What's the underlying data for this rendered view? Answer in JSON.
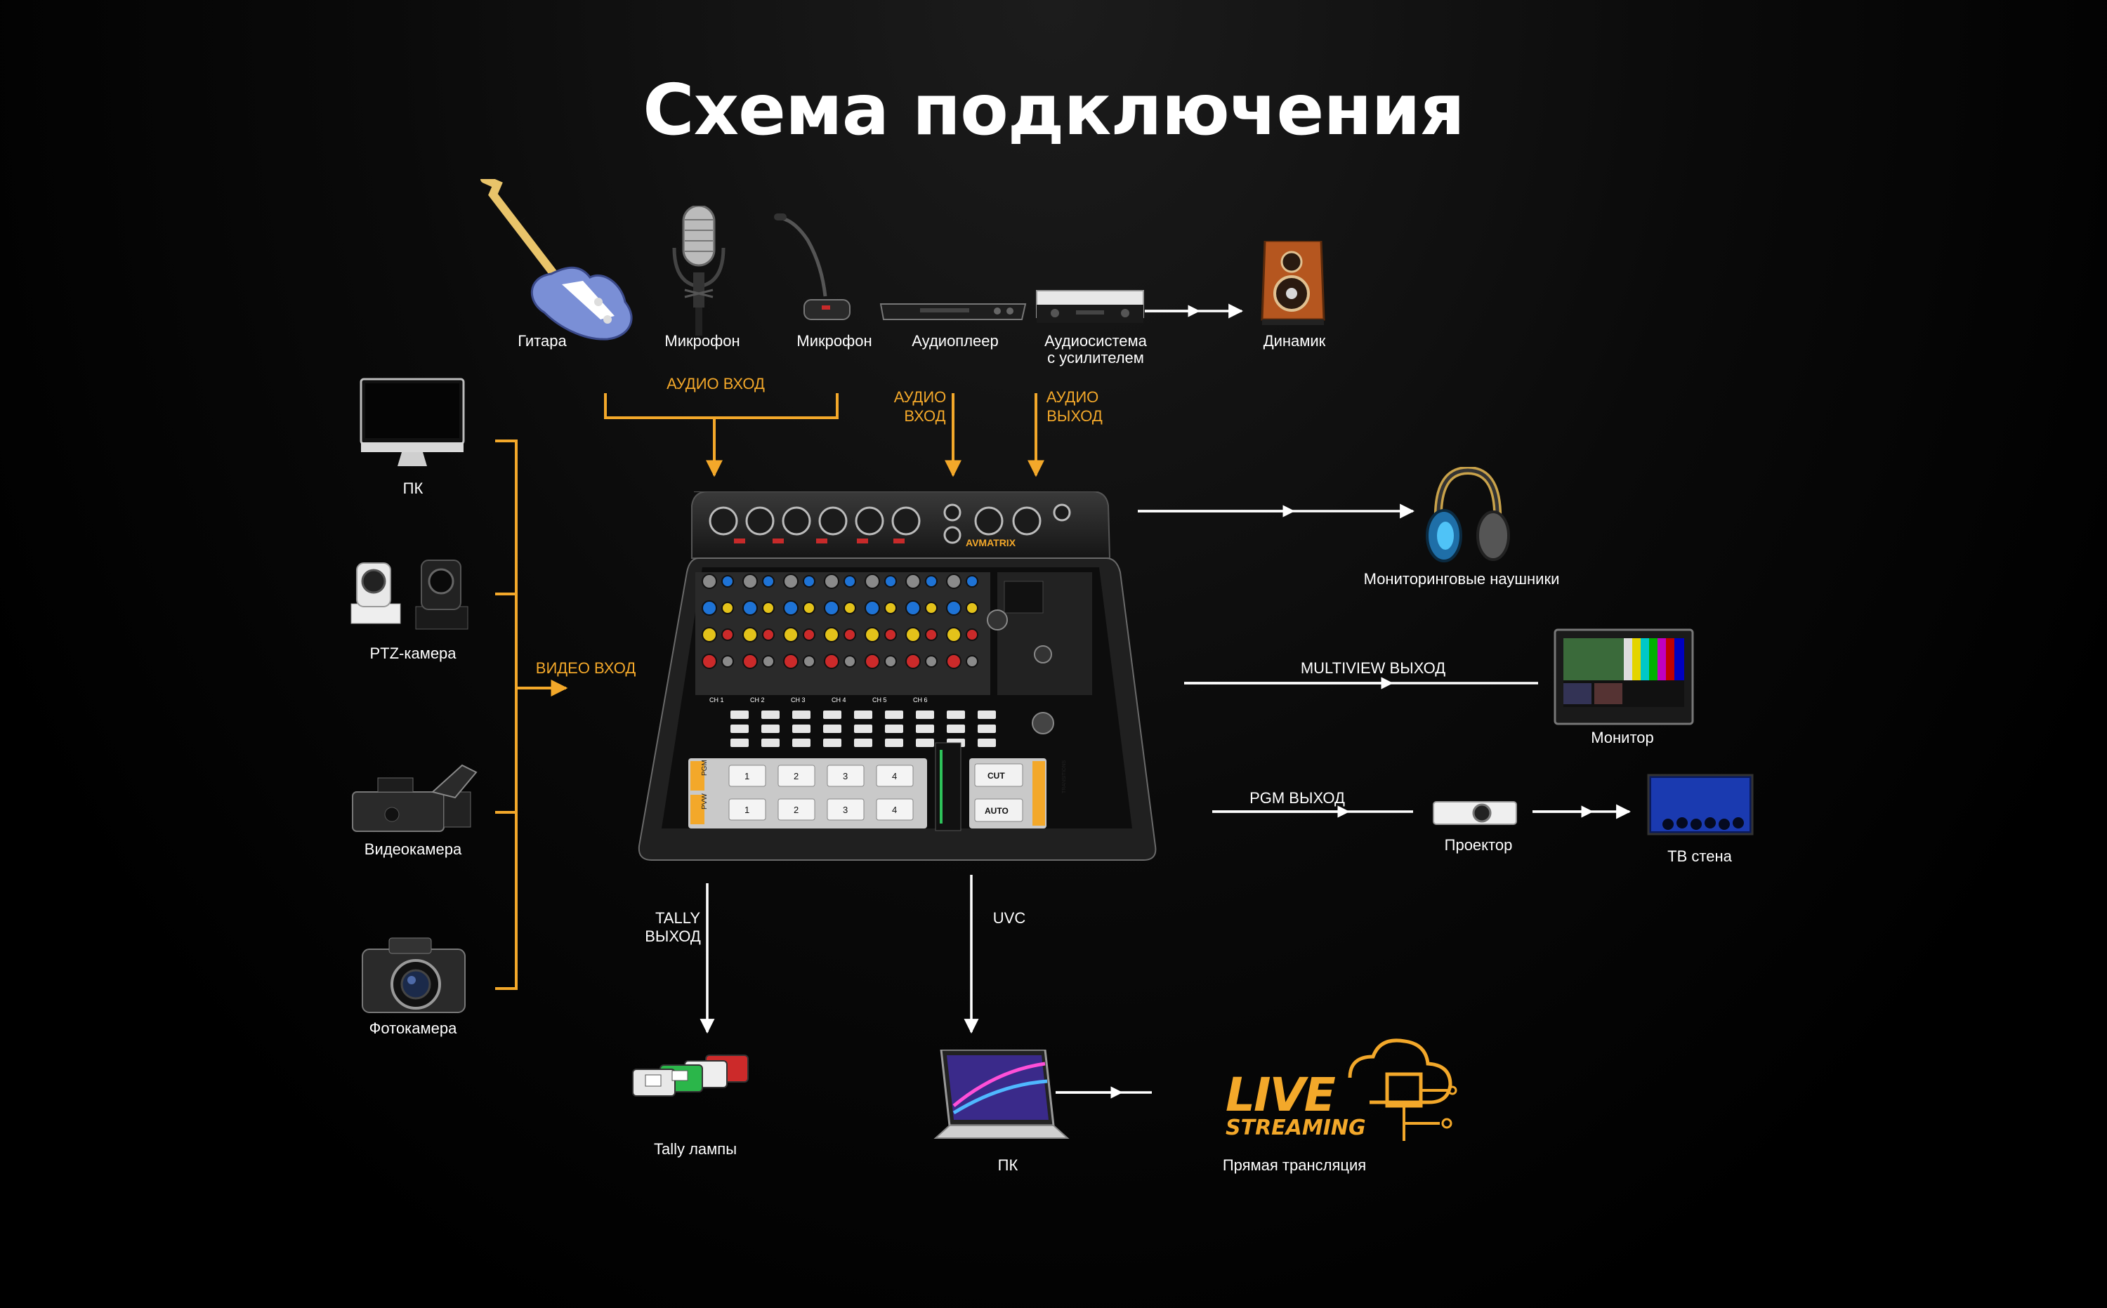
{
  "title": "Схема подключения",
  "devices": {
    "guitar": "Гитара",
    "mic1": "Микрофон",
    "mic2": "Микрофон",
    "player": "Аудиоплеер",
    "amp_line1": "Аудиосистема",
    "amp_line2": "с усилителем",
    "speaker": "Динамик",
    "pc_top": "ПК",
    "ptz": "PTZ-камера",
    "camcorder": "Видеокамера",
    "photo": "Фотокамера",
    "headphones": "Мониторинговые наушники",
    "monitor": "Монитор",
    "projector": "Проектор",
    "tvwall": "ТВ стена",
    "tally": "Tally лампы",
    "laptop": "ПК",
    "stream": "Прямая трансляция"
  },
  "flows": {
    "audio_in_main": "АУДИО ВХОД",
    "audio_in_player_1": "АУДИО",
    "audio_in_player_2": "ВХОД",
    "audio_out_1": "АУДИО",
    "audio_out_2": "ВЫХОД",
    "video_in": "ВИДЕО ВХОД",
    "multiview": "MULTIVIEW ВЫХОД",
    "pgm": "PGM ВЫХОД",
    "tally_1": "TALLY",
    "tally_2": "ВЫХОД",
    "uvc": "UVC"
  },
  "live_logo": {
    "line1": "LIVE",
    "line2": "STREAMING"
  },
  "mixer": {
    "brand": "AVMATRIX",
    "channels": [
      "CH 1",
      "CH 2",
      "CH 3",
      "CH 4",
      "CH 5",
      "CH 6"
    ],
    "pgm_label": "PGM",
    "pvw_label": "PVW",
    "pgm_keys": [
      "1",
      "2",
      "3",
      "4"
    ],
    "pvw_keys": [
      "1",
      "2",
      "3",
      "4"
    ],
    "cut": "CUT",
    "auto": "AUTO",
    "transitions": "TRANSITIONS"
  },
  "colors": {
    "accent": "#f3a82a",
    "line": "#ffffff",
    "background": "#000000"
  }
}
